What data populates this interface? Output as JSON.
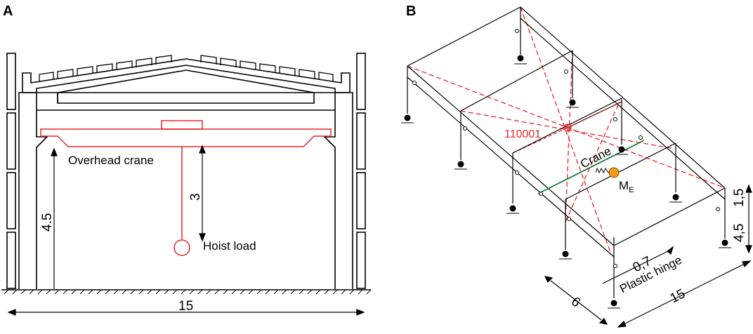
{
  "panels": {
    "a": {
      "letter": "A",
      "crane_label": "Overhead crane",
      "hoist_label": "Hoist load",
      "dim_height": "4.5",
      "dim_hook": "3",
      "dim_span": "15"
    },
    "b": {
      "letter": "B",
      "node_label": "110001",
      "crane_label": "Crane",
      "mass_label_main": "M",
      "mass_label_sub": "E",
      "dim_col_lower": "4,5",
      "dim_col_upper": "1,5",
      "dim_offset": "0,7",
      "dim_bay": "6",
      "dim_span": "15",
      "hinge_label": "Plastic hinge"
    }
  },
  "colors": {
    "line": "#000000",
    "crane": "#e8262a",
    "bracing": "#e8262a",
    "crane_beam": "#1a7a3a",
    "mass": "#f59a1b"
  }
}
